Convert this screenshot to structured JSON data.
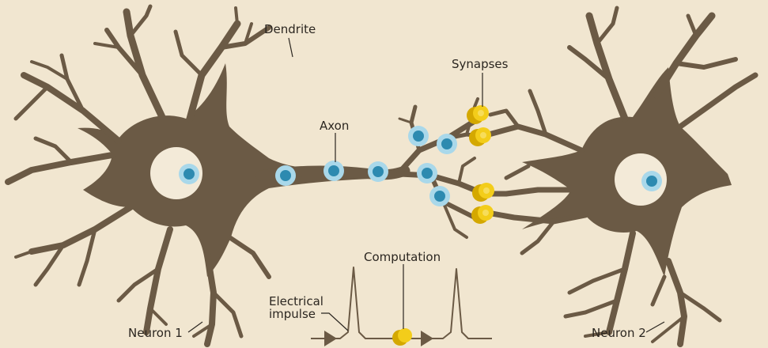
{
  "labels": {
    "dendrite": "Dendrite",
    "synapses": "Synapses",
    "axon": "Axon",
    "computation": "Computation",
    "electrical_line1": "Electrical",
    "electrical_line2": "impulse",
    "neuron1": "Neuron 1",
    "neuron2": "Neuron 2"
  },
  "colors": {
    "background": "#f1e6d0",
    "neuron": "#6b5a45",
    "nucleus_fill": "#f3ead8",
    "signal_outer": "#a9d8ea",
    "signal_inner": "#2d8ab0",
    "synapse_outer": "#d4a800",
    "synapse_inner": "#f3cd1a",
    "impulse_line": "#6b5a45",
    "label_text": "#2b2620"
  }
}
